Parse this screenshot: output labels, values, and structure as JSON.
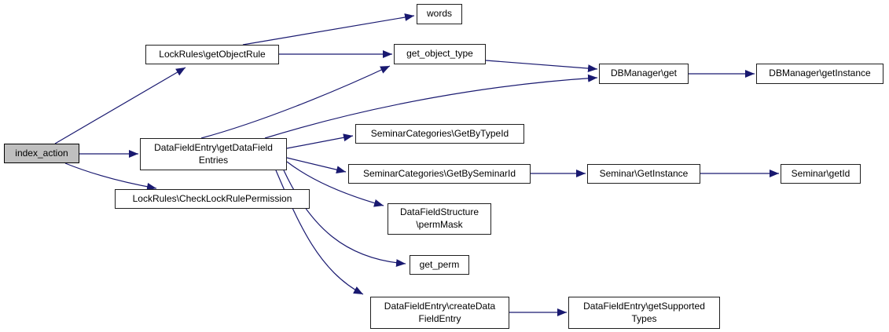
{
  "diagram": {
    "kind": "call-graph",
    "colors": {
      "background": "#ffffff",
      "edge": "#191970",
      "node_border": "#1f1f1f",
      "node_fill": "#ffffff",
      "highlight_fill": "#bfbfbf"
    },
    "nodes": [
      {
        "id": "index_action",
        "label": "index_action",
        "highlighted": true
      },
      {
        "id": "getObjectRule",
        "label": "LockRules\\getObjectRule"
      },
      {
        "id": "words",
        "label": "words"
      },
      {
        "id": "get_object_type",
        "label": "get_object_type"
      },
      {
        "id": "DBManager_get",
        "label": "DBManager\\get"
      },
      {
        "id": "DBManager_getInstance",
        "label": "DBManager\\getInstance"
      },
      {
        "id": "getDataFieldEntries",
        "label": "DataFieldEntry\\getDataField\nEntries"
      },
      {
        "id": "GetByTypeId",
        "label": "SeminarCategories\\GetByTypeId"
      },
      {
        "id": "GetBySeminarId",
        "label": "SeminarCategories\\GetBySeminarId"
      },
      {
        "id": "Seminar_GetInstance",
        "label": "Seminar\\GetInstance"
      },
      {
        "id": "Seminar_getId",
        "label": "Seminar\\getId"
      },
      {
        "id": "CheckLockRulePermission",
        "label": "LockRules\\CheckLockRulePermission"
      },
      {
        "id": "permMask",
        "label": "DataFieldStructure\n\\permMask"
      },
      {
        "id": "get_perm",
        "label": "get_perm"
      },
      {
        "id": "createDataFieldEntry",
        "label": "DataFieldEntry\\createData\nFieldEntry"
      },
      {
        "id": "getSupportedTypes",
        "label": "DataFieldEntry\\getSupported\nTypes"
      }
    ],
    "edges": [
      {
        "from": "index_action",
        "to": "getObjectRule"
      },
      {
        "from": "index_action",
        "to": "getDataFieldEntries"
      },
      {
        "from": "index_action",
        "to": "CheckLockRulePermission"
      },
      {
        "from": "getObjectRule",
        "to": "words"
      },
      {
        "from": "getObjectRule",
        "to": "get_object_type"
      },
      {
        "from": "get_object_type",
        "to": "DBManager_get"
      },
      {
        "from": "DBManager_get",
        "to": "DBManager_getInstance"
      },
      {
        "from": "getDataFieldEntries",
        "to": "get_object_type"
      },
      {
        "from": "getDataFieldEntries",
        "to": "DBManager_get"
      },
      {
        "from": "getDataFieldEntries",
        "to": "GetByTypeId"
      },
      {
        "from": "getDataFieldEntries",
        "to": "GetBySeminarId"
      },
      {
        "from": "GetBySeminarId",
        "to": "Seminar_GetInstance"
      },
      {
        "from": "Seminar_GetInstance",
        "to": "Seminar_getId"
      },
      {
        "from": "getDataFieldEntries",
        "to": "permMask"
      },
      {
        "from": "getDataFieldEntries",
        "to": "get_perm"
      },
      {
        "from": "getDataFieldEntries",
        "to": "createDataFieldEntry"
      },
      {
        "from": "createDataFieldEntry",
        "to": "getSupportedTypes"
      }
    ]
  }
}
